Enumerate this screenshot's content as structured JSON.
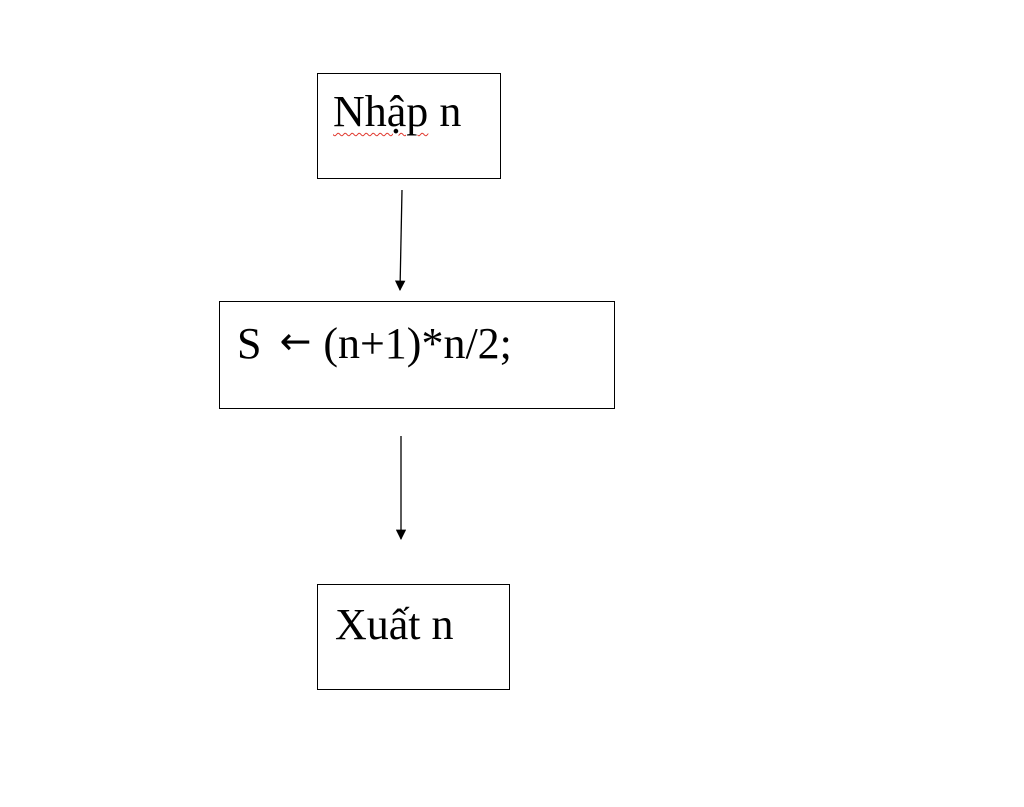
{
  "nodes": {
    "input": {
      "verb": "Nhập",
      "var": "n"
    },
    "process": {
      "lhs": "S",
      "arrow": "←",
      "rhs": "(n+1)*n/2;"
    },
    "output": {
      "verb": "Xuất",
      "var": "n"
    }
  },
  "colors": {
    "line": "#000000",
    "spellcheck_underline": "#e0362c"
  }
}
